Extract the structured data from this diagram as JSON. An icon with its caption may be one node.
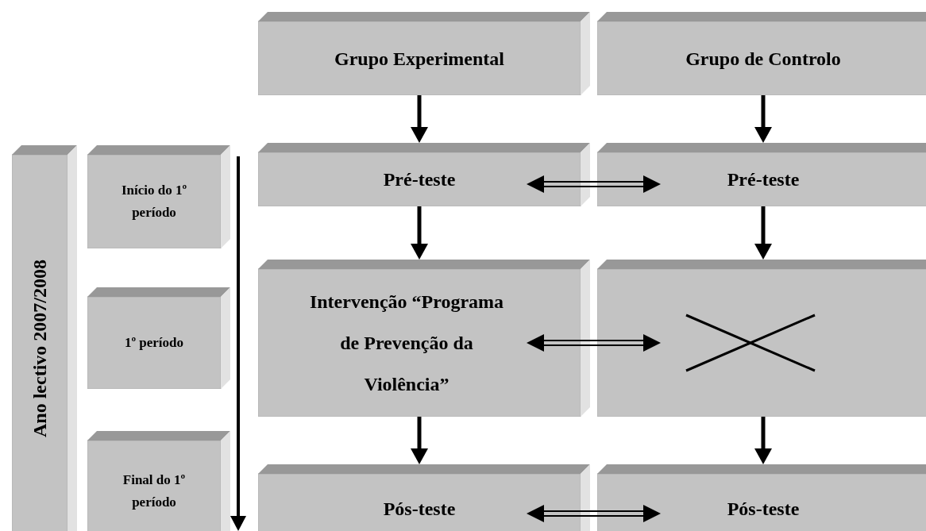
{
  "diagram": {
    "nodes": [
      {
        "text": [
          "Ano lectivo 2007/2008"
        ]
      },
      {
        "text": [
          "Início do 1º período"
        ]
      },
      {
        "text": [
          "1º período"
        ]
      },
      {
        "text": [
          "Final do 1º período"
        ]
      },
      {
        "text": [
          "Grupo Experimental"
        ]
      },
      {
        "text": [
          "Grupo de Controlo"
        ]
      },
      {
        "text": [
          "Pré-teste"
        ]
      },
      {
        "text": [
          "Pré-teste"
        ]
      },
      {
        "text": [
          "Intervenção “Programa de Prevenção da Violência”"
        ]
      },
      {
        "text": [],
        "shape": "box"
      },
      {
        "text": [
          "Pós-teste"
        ]
      },
      {
        "text": [
          "Pós-teste"
        ]
      }
    ],
    "edges": [
      {
        "from": 4,
        "to": 6,
        "arrow": "to"
      },
      {
        "from": 5,
        "to": 7,
        "arrow": "to"
      },
      {
        "from": 6,
        "to": 7,
        "arrow": "both"
      },
      {
        "from": 6,
        "to": 8,
        "arrow": "to"
      },
      {
        "from": 7,
        "to": 9,
        "arrow": "to"
      },
      {
        "from": 8,
        "to": 9,
        "arrow": "both"
      },
      {
        "from": 8,
        "to": 10,
        "arrow": "to"
      },
      {
        "from": 9,
        "to": 11,
        "arrow": "to"
      },
      {
        "from": 10,
        "to": 11,
        "arrow": "both"
      }
    ]
  }
}
